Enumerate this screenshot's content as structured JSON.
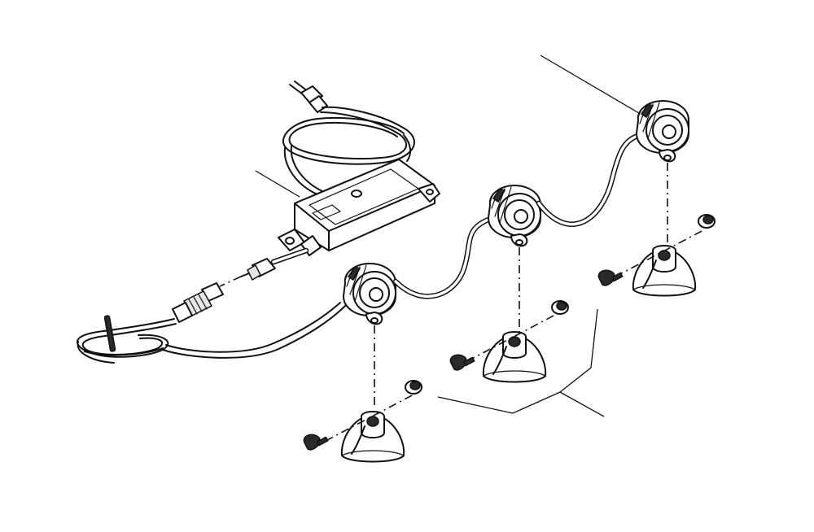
{
  "figure": {
    "background": "#ffffff",
    "line_color": "#111111",
    "components": [
      "power-supply-unit",
      "mains-plug",
      "cable-connector",
      "spotlight",
      "suction-cup-base",
      "mounting-screw",
      "nut"
    ],
    "spotlight_count": 3,
    "base_count": 3
  }
}
